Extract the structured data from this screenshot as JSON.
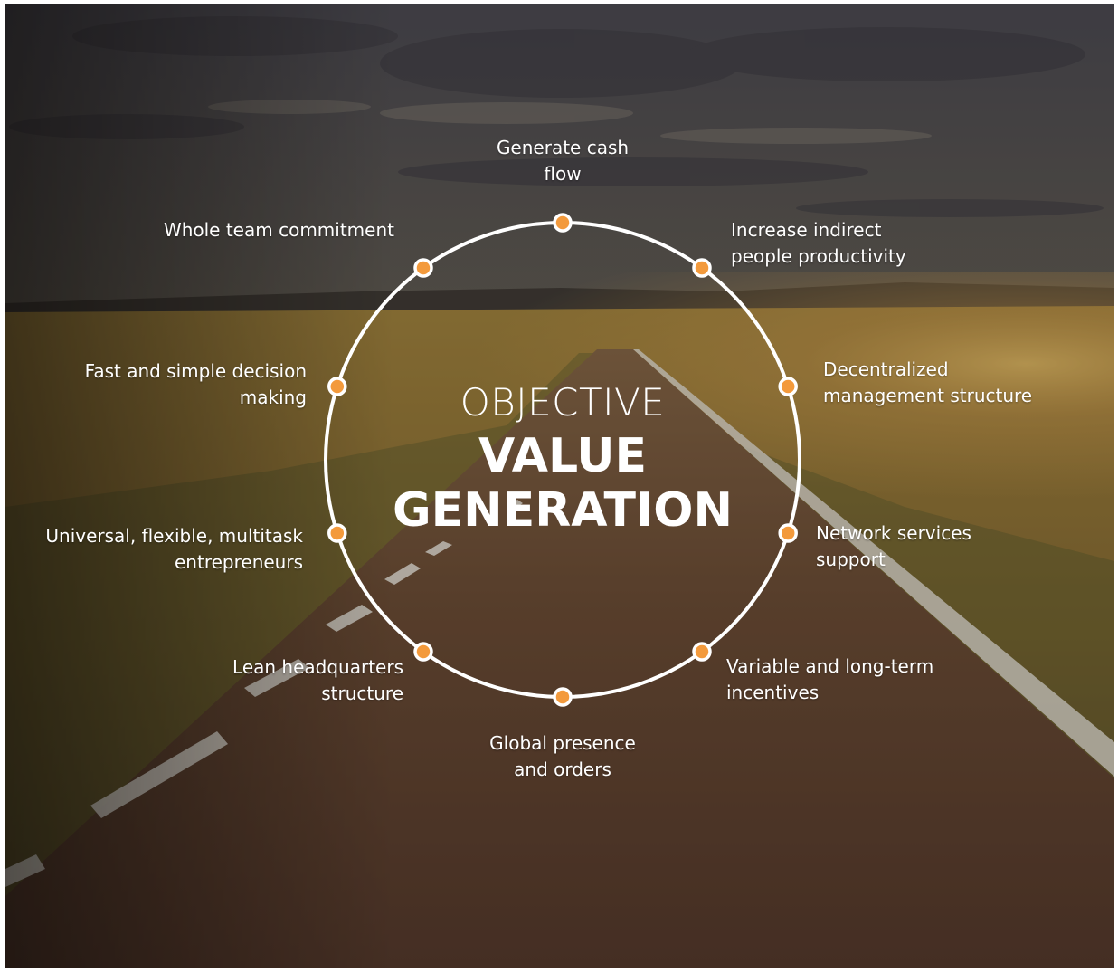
{
  "diagram": {
    "center": {
      "line1": "OBJECTIVE",
      "line2": "VALUE",
      "line3": "GENERATION"
    },
    "nodes": [
      {
        "id": "cash-flow",
        "lines": [
          "Generate cash",
          "flow"
        ]
      },
      {
        "id": "indirect-productivity",
        "lines": [
          "Increase indirect",
          "people productivity"
        ]
      },
      {
        "id": "decentralized-management",
        "lines": [
          "Decentralized",
          "management structure"
        ]
      },
      {
        "id": "network-services",
        "lines": [
          "Network services",
          "support"
        ]
      },
      {
        "id": "incentives",
        "lines": [
          "Variable and long-term",
          "incentives"
        ]
      },
      {
        "id": "global-presence",
        "lines": [
          "Global presence",
          "and orders"
        ]
      },
      {
        "id": "lean-headquarters",
        "lines": [
          "Lean headquarters",
          "structure"
        ]
      },
      {
        "id": "entrepreneurs",
        "lines": [
          "Universal, flexible, multitask",
          "entrepreneurs"
        ]
      },
      {
        "id": "decision-making",
        "lines": [
          "Fast and simple decision",
          "making"
        ]
      },
      {
        "id": "team-commitment",
        "lines": [
          "Whole team  commitment"
        ]
      }
    ]
  },
  "colors": {
    "node_fill": "#f39a3c",
    "node_stroke": "#ffffff",
    "ring": "#ffffff",
    "text": "#ffffff"
  }
}
